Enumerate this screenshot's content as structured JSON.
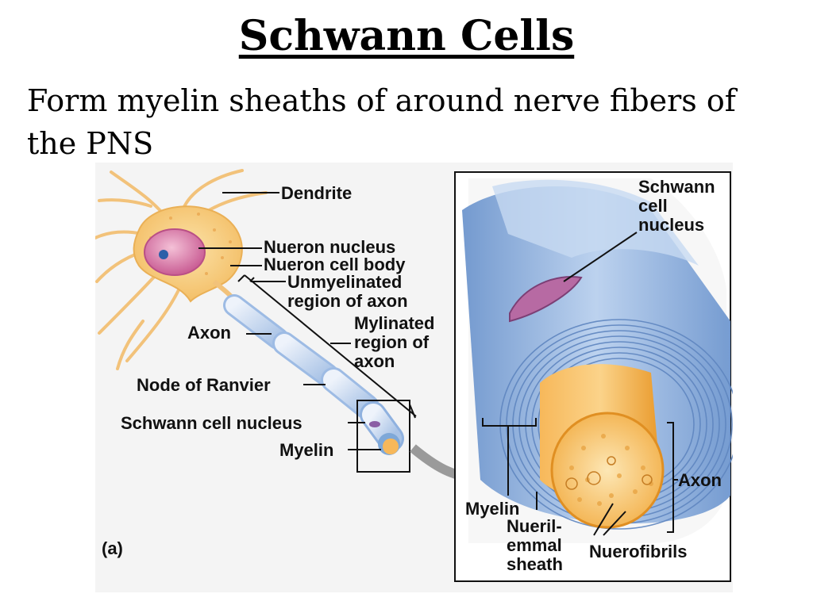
{
  "slide": {
    "title": "Schwann Cells",
    "body": "Form myelin sheaths of around nerve fibers of the PNS"
  },
  "figure": {
    "panel_label": "(a)",
    "left_labels": {
      "dendrite": "Dendrite",
      "neuron_nucleus": "Nueron nucleus",
      "neuron_cell_body": "Nueron cell body",
      "unmyelinated_1": "Unmyelinated",
      "unmyelinated_2": "region of axon",
      "axon": "Axon",
      "myelinated_1": "Mylinated",
      "myelinated_2": "region of",
      "myelinated_3": "axon",
      "node": "Node of Ranvier",
      "schwann_nucleus": "Schwann cell nucleus",
      "myelin": "Myelin"
    },
    "right_labels": {
      "schwann_1": "Schwann",
      "schwann_2": "cell",
      "schwann_3": "nucleus",
      "axon": "Axon",
      "myelin": "Myelin",
      "neurilemma_1": "Nueril-",
      "neurilemma_2": "emmal",
      "neurilemma_3": "sheath",
      "neurofibrils": "Nuerofibrils"
    },
    "colors": {
      "background": "#f4f4f4",
      "neuron": "#f7cf86",
      "nucleus": "#d77aa7",
      "myelin": "#7ea8d8",
      "axon_core": "#f3a83a"
    }
  }
}
